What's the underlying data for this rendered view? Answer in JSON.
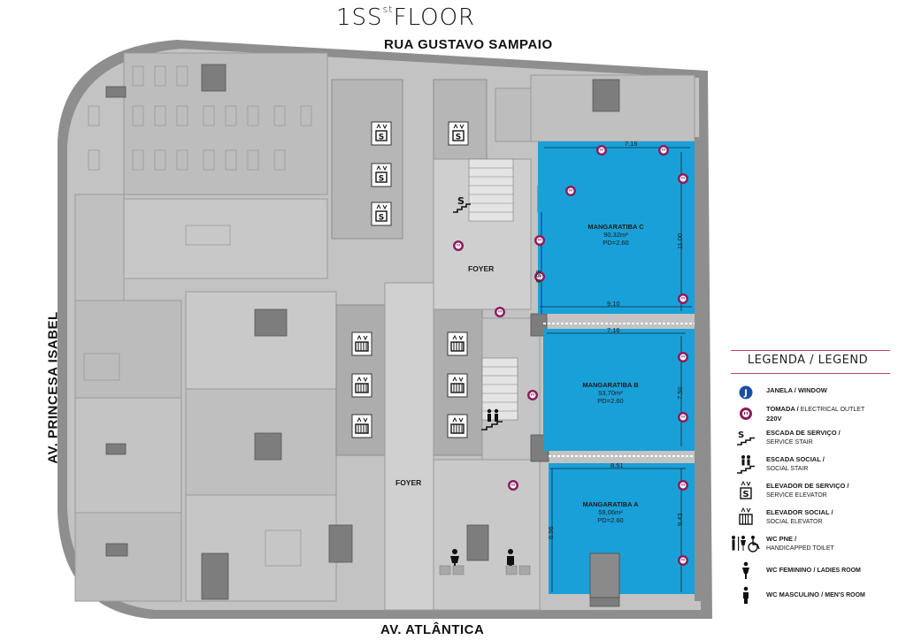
{
  "title": {
    "main": "1SS",
    "sup": "st",
    "tail": "FLOOR"
  },
  "streets": {
    "top": "RUA GUSTAVO SAMPAIO",
    "bottom": "AV. ATLÂNTICA",
    "left": "AV. PRINCESA ISABEL"
  },
  "foyers": [
    "FOYER",
    "FOYER"
  ],
  "rooms": [
    {
      "name": "MANGARATIBA C",
      "area": "90,32m²",
      "pd": "PD=2.60"
    },
    {
      "name": "MANGARATIBA B",
      "area": "53,70m²",
      "pd": "PD=2.60"
    },
    {
      "name": "MANGARATIBA A",
      "area": "59,06m²",
      "pd": "PD=2.60"
    }
  ],
  "dimensions": {
    "c_top": "7.16",
    "c_right": "11.00",
    "c_left": "6.09",
    "c_bottom": "9.10",
    "b_top": "7.16",
    "b_right": "7.50",
    "a_top": "8.51",
    "a_left": "6.96",
    "a_right": "9.43"
  },
  "legend": {
    "title": "LEGENDA / LEGEND",
    "items": [
      {
        "icon": "window-icon",
        "pt": "JANELA / WINDOW",
        "en": ""
      },
      {
        "icon": "electrical-outlet-icon",
        "pt": "TOMADA / ",
        "en": "ELECTRICAL OUTLET",
        "extra": "220V"
      },
      {
        "icon": "service-stair-icon",
        "pt": "ESCADA DE SERVIÇO /",
        "en": "SERVICE STAIR"
      },
      {
        "icon": "social-stair-icon",
        "pt": "ESCADA SOCIAL /",
        "en": "SOCIAL STAIR"
      },
      {
        "icon": "service-elevator-icon",
        "pt": "ELEVADOR DE SERVIÇO /",
        "en": "SERVICE ELEVATOR"
      },
      {
        "icon": "social-elevator-icon",
        "pt": "ELEVADOR SOCIAL /",
        "en": "SOCIAL ELEVATOR"
      },
      {
        "icon": "handicapped-toilet-icon",
        "pt": "WC PNE /",
        "en": "HANDICAPPED TOILET"
      },
      {
        "icon": "ladies-room-icon",
        "pt": "WC FEMININO / ",
        "en": "LADIES ROOM"
      },
      {
        "icon": "mens-room-icon",
        "pt": "WC MASCULINO / ",
        "en": "MEN'S ROOM"
      }
    ]
  },
  "colors": {
    "room_blue": "#1aa0d8",
    "building_gray": "#bdbdbd",
    "outlet_purple": "#8b1d5c",
    "legend_accent": "#c4405d"
  }
}
